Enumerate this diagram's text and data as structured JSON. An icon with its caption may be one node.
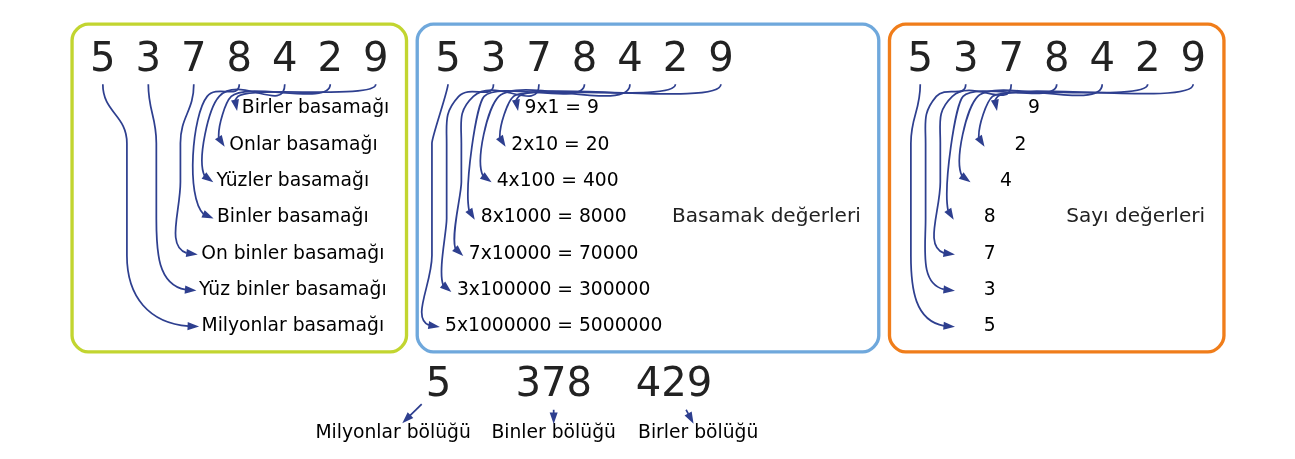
{
  "diagram": {
    "nodes": [
      {
        "text": [],
        "shape": "box"
      },
      {
        "text": [
          "5"
        ],
        "in": 0
      },
      {
        "text": [
          "3"
        ],
        "in": 0
      },
      {
        "text": [
          "7"
        ],
        "in": 0
      },
      {
        "text": [
          "8"
        ],
        "in": 0
      },
      {
        "text": [
          "4"
        ],
        "in": 0
      },
      {
        "text": [
          "2"
        ],
        "in": 0
      },
      {
        "text": [
          "9"
        ],
        "in": 0
      },
      {
        "text": [
          "Birler basamağı"
        ],
        "in": 0
      },
      {
        "text": [
          "Onlar basamağı"
        ],
        "in": 0
      },
      {
        "text": [
          "Yüzler basamağı"
        ],
        "in": 0
      },
      {
        "text": [
          "Binler basamağı"
        ],
        "in": 0
      },
      {
        "text": [
          "On binler basamağı"
        ],
        "in": 0
      },
      {
        "text": [
          "Yüz binler basamağı"
        ],
        "in": 0
      },
      {
        "text": [
          "Milyonlar basamağı"
        ],
        "in": 0
      },
      {
        "text": [],
        "shape": "box"
      },
      {
        "text": [
          "5"
        ],
        "in": 15
      },
      {
        "text": [
          "3"
        ],
        "in": 15
      },
      {
        "text": [
          "7"
        ],
        "in": 15
      },
      {
        "text": [
          "8"
        ],
        "in": 15
      },
      {
        "text": [
          "4"
        ],
        "in": 15
      },
      {
        "text": [
          "2"
        ],
        "in": 15
      },
      {
        "text": [
          "9"
        ],
        "in": 15
      },
      {
        "text": [
          "9x1 = 9"
        ],
        "in": 15
      },
      {
        "text": [
          "2x10 = 20"
        ],
        "in": 15
      },
      {
        "text": [
          "4x100 = 400"
        ],
        "in": 15
      },
      {
        "text": [
          "8x1000 = 8000"
        ],
        "in": 15
      },
      {
        "text": [
          "7x10000 = 70000"
        ],
        "in": 15
      },
      {
        "text": [
          "3x100000 = 300000"
        ],
        "in": 15
      },
      {
        "text": [
          "5x1000000 = 5000000"
        ],
        "in": 15
      },
      {
        "text": [],
        "shape": "box"
      },
      {
        "text": [
          "5"
        ],
        "in": 30
      },
      {
        "text": [
          "3"
        ],
        "in": 30
      },
      {
        "text": [
          "7"
        ],
        "in": 30
      },
      {
        "text": [
          "8"
        ],
        "in": 30
      },
      {
        "text": [
          "4"
        ],
        "in": 30
      },
      {
        "text": [
          "2"
        ],
        "in": 30
      },
      {
        "text": [
          "9"
        ],
        "in": 30
      },
      {
        "text": [
          "9"
        ],
        "in": 30
      },
      {
        "text": [
          "2"
        ],
        "in": 30
      },
      {
        "text": [
          "4"
        ],
        "in": 30
      },
      {
        "text": [
          "8"
        ],
        "in": 30
      },
      {
        "text": [
          "7"
        ],
        "in": 30
      },
      {
        "text": [
          "3"
        ],
        "in": 30
      },
      {
        "text": [
          "5"
        ],
        "in": 30
      },
      {
        "text": [
          "5"
        ]
      },
      {
        "text": [
          "378"
        ]
      },
      {
        "text": [
          "429"
        ]
      },
      {
        "text": [
          "Milyonlar bölüğü"
        ]
      },
      {
        "text": [
          "Binler bölüğü"
        ]
      },
      {
        "text": [
          "Birler bölüğü"
        ]
      }
    ],
    "edges": [
      {
        "from": 7,
        "to": 8,
        "arrow": "to"
      },
      {
        "from": 6,
        "to": 9,
        "arrow": "to"
      },
      {
        "from": 5,
        "to": 10,
        "arrow": "to"
      },
      {
        "from": 4,
        "to": 11,
        "arrow": "to"
      },
      {
        "from": 3,
        "to": 12,
        "arrow": "to"
      },
      {
        "from": 2,
        "to": 13,
        "arrow": "to"
      },
      {
        "from": 1,
        "to": 14,
        "arrow": "to"
      },
      {
        "from": 22,
        "to": 23,
        "arrow": "to"
      },
      {
        "from": 21,
        "to": 24,
        "arrow": "to"
      },
      {
        "from": 20,
        "to": 25,
        "arrow": "to"
      },
      {
        "from": 19,
        "to": 26,
        "arrow": "to"
      },
      {
        "from": 18,
        "to": 27,
        "arrow": "to"
      },
      {
        "from": 17,
        "to": 28,
        "arrow": "to"
      },
      {
        "from": 16,
        "to": 29,
        "arrow": "to"
      },
      {
        "from": 37,
        "to": 38,
        "arrow": "to"
      },
      {
        "from": 36,
        "to": 39,
        "arrow": "to"
      },
      {
        "from": 35,
        "to": 40,
        "arrow": "to"
      },
      {
        "from": 34,
        "to": 41,
        "arrow": "to"
      },
      {
        "from": 33,
        "to": 42,
        "arrow": "to"
      },
      {
        "from": 32,
        "to": 43,
        "arrow": "to"
      },
      {
        "from": 31,
        "to": 44,
        "arrow": "to"
      },
      {
        "from": 45,
        "to": 48,
        "arrow": "to"
      },
      {
        "from": 46,
        "to": 49,
        "arrow": "to"
      },
      {
        "from": 47,
        "to": 50,
        "arrow": "to"
      }
    ],
    "labels": [
      "Basamak değerleri",
      "Sayı değerleri"
    ]
  }
}
